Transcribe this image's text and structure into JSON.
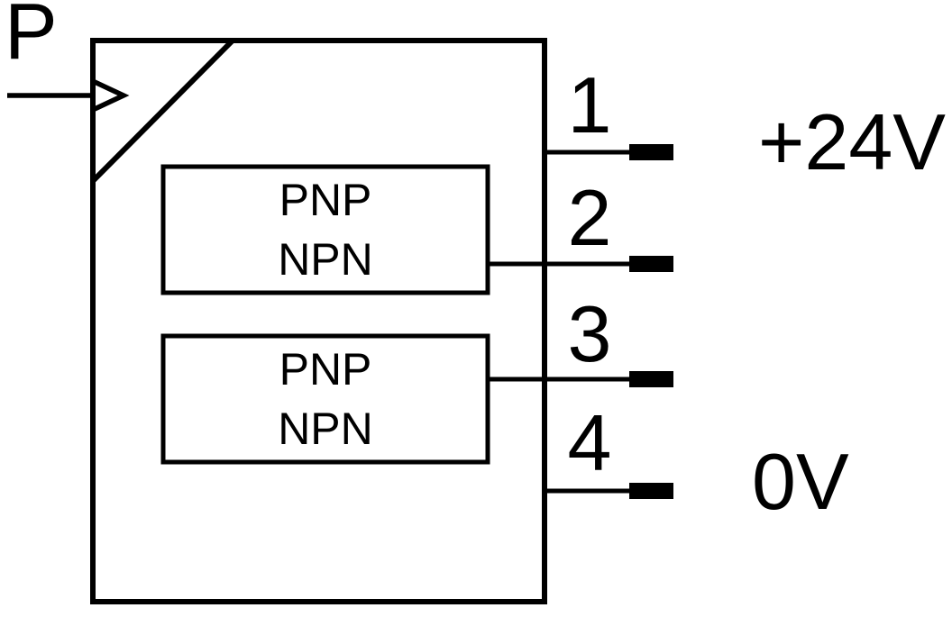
{
  "colors": {
    "ink": "#000000",
    "background": "#ffffff"
  },
  "pressure_input": {
    "label": "P"
  },
  "switch_blocks": [
    {
      "line1": "PNP",
      "line2": "NPN"
    },
    {
      "line1": "PNP",
      "line2": "NPN"
    }
  ],
  "pins": [
    {
      "number": "1",
      "voltage": "+24V"
    },
    {
      "number": "2"
    },
    {
      "number": "3"
    },
    {
      "number": "4",
      "voltage": "0V"
    }
  ]
}
